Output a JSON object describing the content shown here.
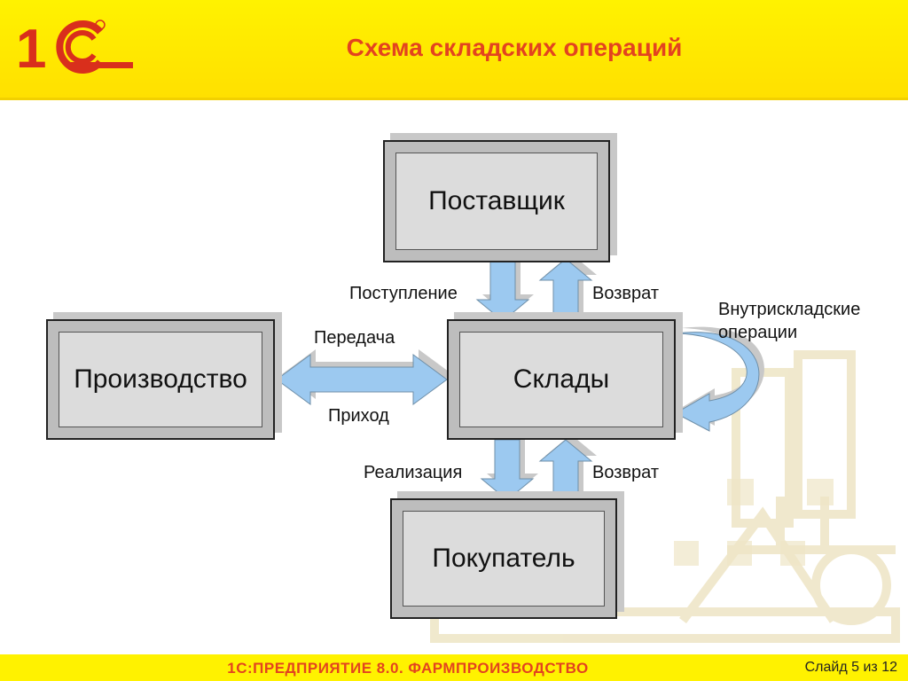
{
  "header": {
    "title": "Схема складских операций",
    "logo_text": "1С"
  },
  "nodes": {
    "supplier": "Поставщик",
    "production": "Производство",
    "warehouses": "Склады",
    "customer": "Покупатель"
  },
  "edges": {
    "receipt": "Поступление",
    "return_to_supplier": "Возврат",
    "transfer": "Передача",
    "income": "Приход",
    "internal_ops_line1": "Внутрискладские",
    "internal_ops_line2": "операции",
    "sale": "Реализация",
    "return_from_customer": "Возврат"
  },
  "footer": {
    "product": "1С:ПРЕДПРИЯТИЕ 8.0. ФАРМПРОИЗВОДСТВО",
    "slide_counter": "Слайд 5 из 12"
  },
  "colors": {
    "header": "#fff200",
    "title": "#e3431f",
    "arrow": "#9cc9f0",
    "box": "#dcdcdc"
  }
}
